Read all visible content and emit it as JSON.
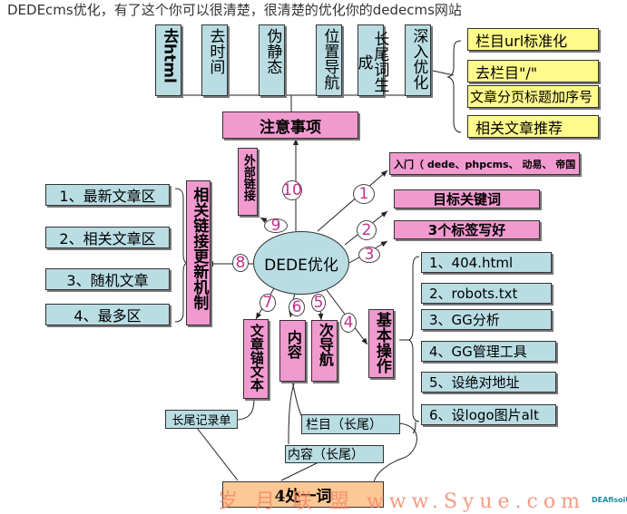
{
  "title": "DEDEcms优化，有了这个你可以很清楚，很清楚的优化你的dedecms网站",
  "center": "DEDE优化",
  "notes": {
    "label": "注意事项",
    "items": [
      "去html",
      "去时间",
      "伪静态",
      "位置导航",
      "长尾词生成",
      "深入优化"
    ],
    "deep": [
      "栏目url标准化",
      "去栏目\"/\"",
      "文章分页标题加序号",
      "相关文章推荐"
    ]
  },
  "steps": {
    "n1": "1",
    "n2": "2",
    "n3": "3",
    "n4": "4",
    "n5": "5",
    "n6": "6",
    "n7": "7",
    "n8": "8",
    "n9": "9",
    "n10": "10"
  },
  "entry": "入门（ dede、phpcms、 动易、 帝国",
  "keyword": "目标关键词",
  "tags": "3个标签写好",
  "basic": {
    "label": "基本操作",
    "items": [
      "1、404.html",
      "2、robots.txt",
      "3、GG分析",
      "4、GG管理工具",
      "5、设绝对地址",
      "6、设logo图片alt"
    ]
  },
  "sub_nav": "次导航",
  "content": "内容",
  "anchor": "文章锚文本",
  "related": {
    "label": "相关链接更新机制",
    "items": [
      "1、最新文章区",
      "2、相关文章区",
      "3、随机文章",
      "4、最多区"
    ]
  },
  "external": "外部链接",
  "longtail": {
    "record": "长尾记录单",
    "column": "栏目（长尾）",
    "content": "内容（长尾）",
    "goal": "4处一词"
  },
  "watermark": {
    "main": "岁 月 联 盟  www.Syue.com",
    "corner": "DEAfisoiUD"
  }
}
